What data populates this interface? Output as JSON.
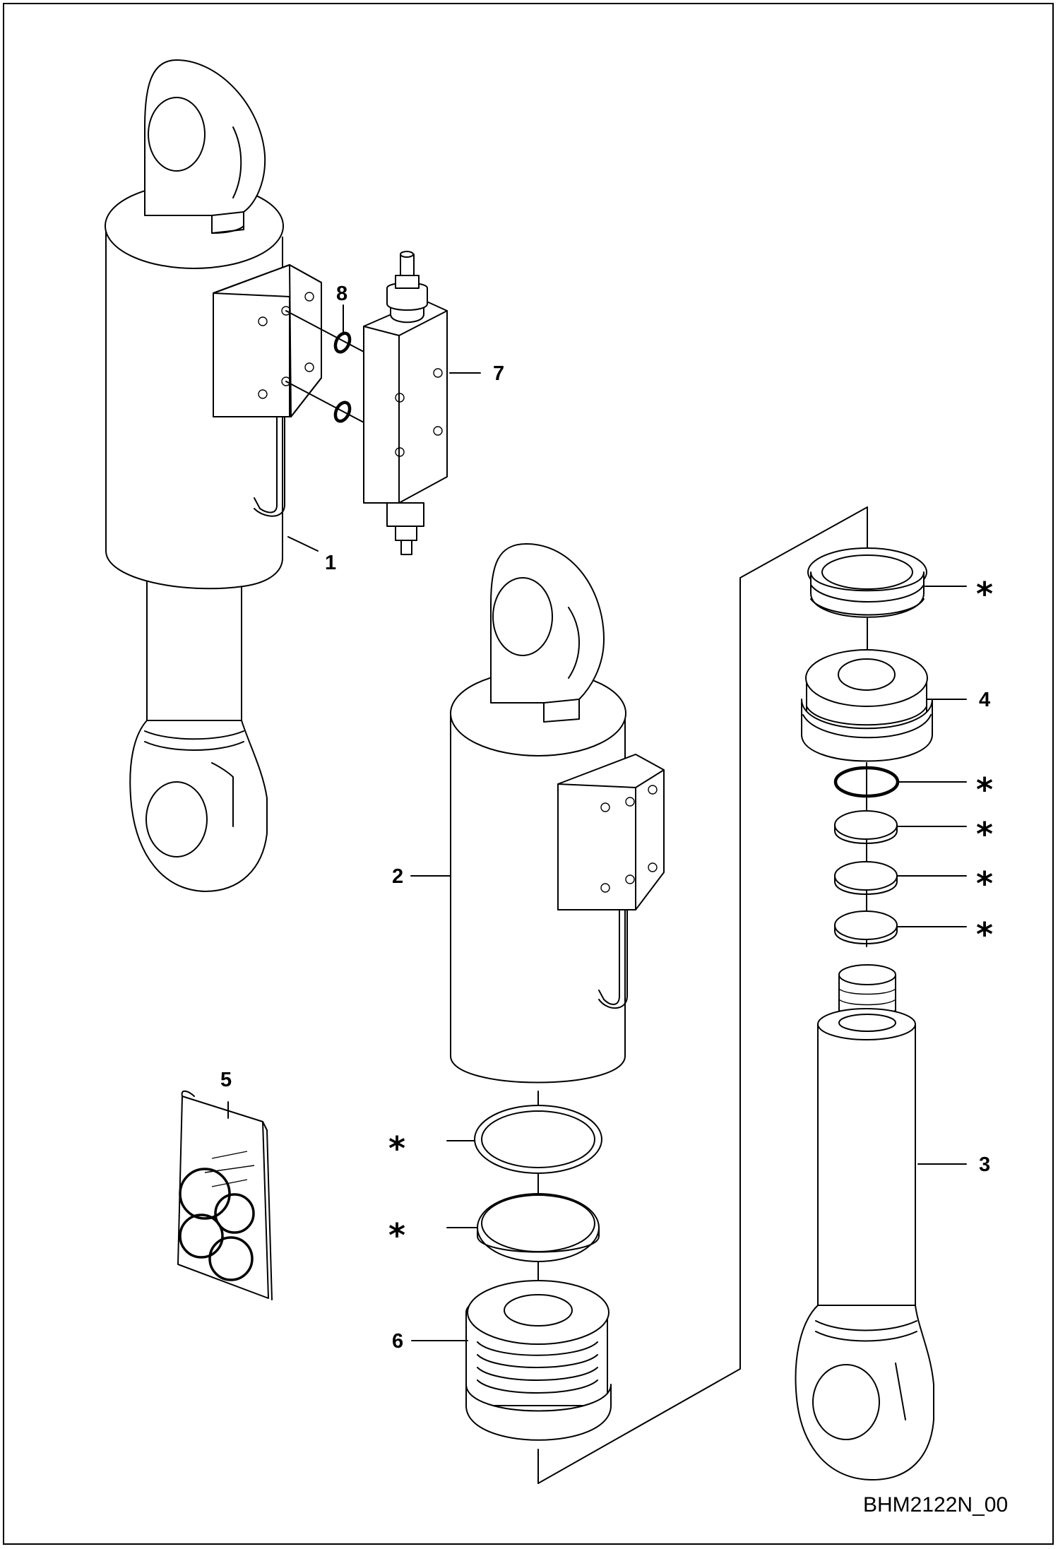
{
  "drawing_code": "BHM2122N_00",
  "star_symbol": "*",
  "callouts": [
    {
      "id": "1",
      "text": "1"
    },
    {
      "id": "2",
      "text": "2"
    },
    {
      "id": "3",
      "text": "3"
    },
    {
      "id": "4",
      "text": "4"
    },
    {
      "id": "5",
      "text": "5"
    },
    {
      "id": "6",
      "text": "6"
    },
    {
      "id": "7",
      "text": "7"
    },
    {
      "id": "8",
      "text": "8"
    }
  ]
}
